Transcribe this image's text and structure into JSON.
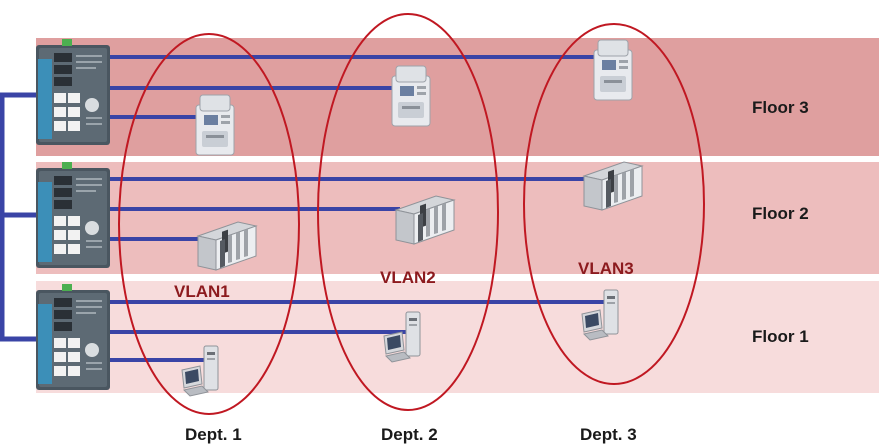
{
  "floors": [
    {
      "label": "Floor 3",
      "color": "#df9f9f"
    },
    {
      "label": "Floor 2",
      "color": "#edbdbd"
    },
    {
      "label": "Floor 1",
      "color": "#f7dcdc"
    }
  ],
  "vlans": [
    {
      "label": "VLAN1",
      "department": "Dept. 1"
    },
    {
      "label": "VLAN2",
      "department": "Dept. 2"
    },
    {
      "label": "VLAN3",
      "department": "Dept. 3"
    }
  ],
  "colors": {
    "link": "#3a44a6",
    "vlan_ellipse": "#c01822",
    "vlan_text": "#8c1a1e",
    "text": "#1a1a1a"
  },
  "devices": {
    "floor_3": "ticket-machine-icon",
    "floor_2": "plc-rack-icon",
    "floor_1": "desktop-computer-icon",
    "switch": "ethernet-switch-icon"
  }
}
